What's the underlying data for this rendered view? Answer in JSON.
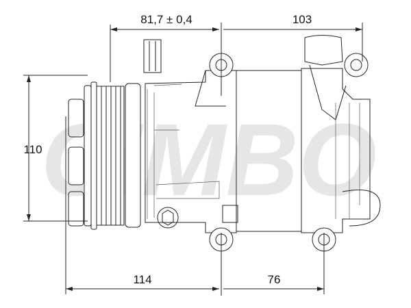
{
  "watermark": "CIMBO",
  "dimensions": {
    "top_left": "81,7 ± 0,4",
    "top_right": "103",
    "left_height": "110",
    "bottom_left": "114",
    "bottom_right": "76"
  }
}
